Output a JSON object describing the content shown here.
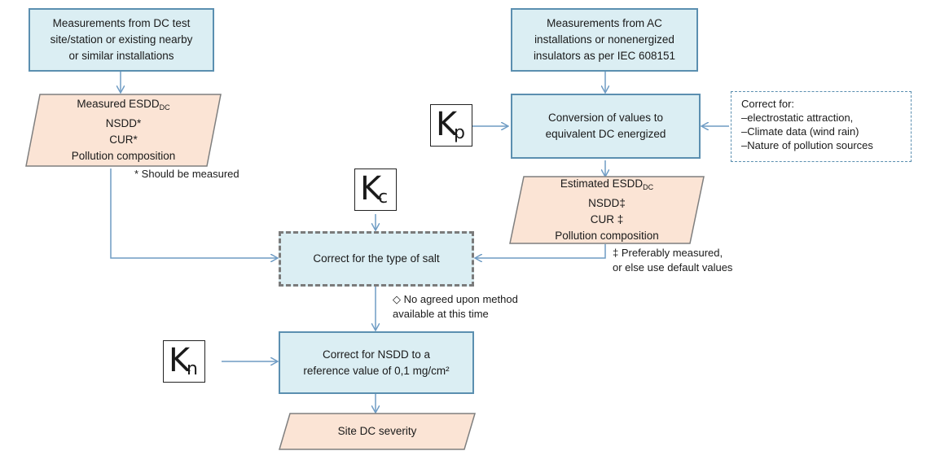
{
  "nodes": {
    "dc_source": {
      "lines": [
        "Measurements from DC test",
        "site/station or existing nearby",
        "or similar installations"
      ]
    },
    "ac_source": {
      "lines": [
        "Measurements from AC",
        "installations or nonenergized",
        "insulators as per IEC 608151"
      ]
    },
    "measured_data": {
      "esdd_prefix": "Measured ESDD",
      "esdd_sub": "DC",
      "line2": "NSDD*",
      "line3": "CUR*",
      "line4": "Pollution composition"
    },
    "conversion": {
      "lines": [
        "Conversion of values to",
        "equivalent DC energized"
      ]
    },
    "correct_for": {
      "title": "Correct for:",
      "items": [
        "–electrostatic attraction,",
        "–Climate data (wind rain)",
        "–Nature of pollution sources"
      ]
    },
    "estimated_data": {
      "esdd_prefix": "Estimated ESDD",
      "esdd_sub": "DC",
      "line2": "NSDD‡",
      "line3": "CUR ‡",
      "line4": "Pollution composition"
    },
    "salt_correction": {
      "label": "Correct for the type of salt"
    },
    "nsdd_correction": {
      "lines": [
        "Correct for NSDD to a",
        "reference value of 0,1 mg/cm²"
      ]
    },
    "severity": {
      "label": "Site DC severity"
    }
  },
  "factors": {
    "kp": {
      "letter": "K",
      "sub": "p"
    },
    "kc": {
      "letter": "K",
      "sub": "c"
    },
    "kn": {
      "letter": "K",
      "sub": "n"
    }
  },
  "notes": {
    "should_measure": "* Should be measured",
    "preferably": [
      "‡ Preferably measured,",
      "or else use default values"
    ],
    "no_method": [
      "◇ No agreed upon  method",
      "available  at this time"
    ]
  },
  "colors": {
    "process_fill": "#dbeef3",
    "process_border": "#5b8fb0",
    "data_fill": "#fbe4d5",
    "data_border": "#7f7f7f",
    "arrow": "#6f9cc4"
  }
}
